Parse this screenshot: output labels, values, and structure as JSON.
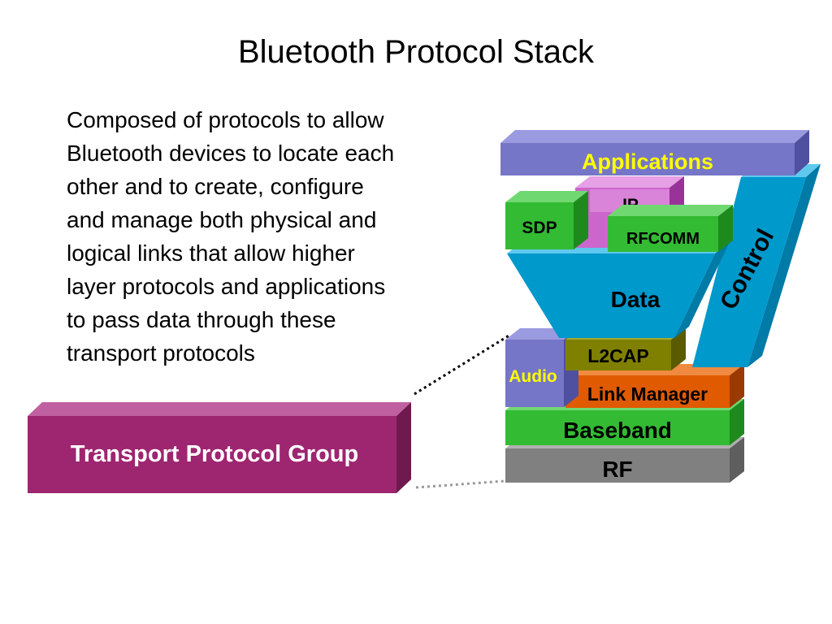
{
  "title": "Bluetooth Protocol Stack",
  "description_lines": [
    "Composed of protocols to allow",
    "Bluetooth devices to locate each",
    "other and to create, configure",
    "and manage both physical and",
    "logical links that allow higher",
    "layer protocols and applications",
    "to pass data through these",
    "transport protocols"
  ],
  "diagram": {
    "group_label": "Transport Protocol Group",
    "layers": {
      "applications": "Applications",
      "ip": "IP",
      "sdp": "SDP",
      "rfcomm": "RFCOMM",
      "data": "Data",
      "control": "Control",
      "l2cap": "L2CAP",
      "audio": "Audio",
      "link_manager": "Link Manager",
      "baseband": "Baseband",
      "rf": "RF"
    }
  },
  "colors": {
    "applications": "#7676c8",
    "applications_text": "#ffff00",
    "ip": "#cc66cc",
    "sdp": "#33bb33",
    "rfcomm": "#33bb33",
    "data": "#0099cc",
    "control": "#0099cc",
    "l2cap": "#808000",
    "audio": "#7676c8",
    "audio_text": "#ffff00",
    "link_manager": "#e05a00",
    "baseband": "#33bb33",
    "rf": "#808080",
    "group_box": "#9e2570"
  }
}
